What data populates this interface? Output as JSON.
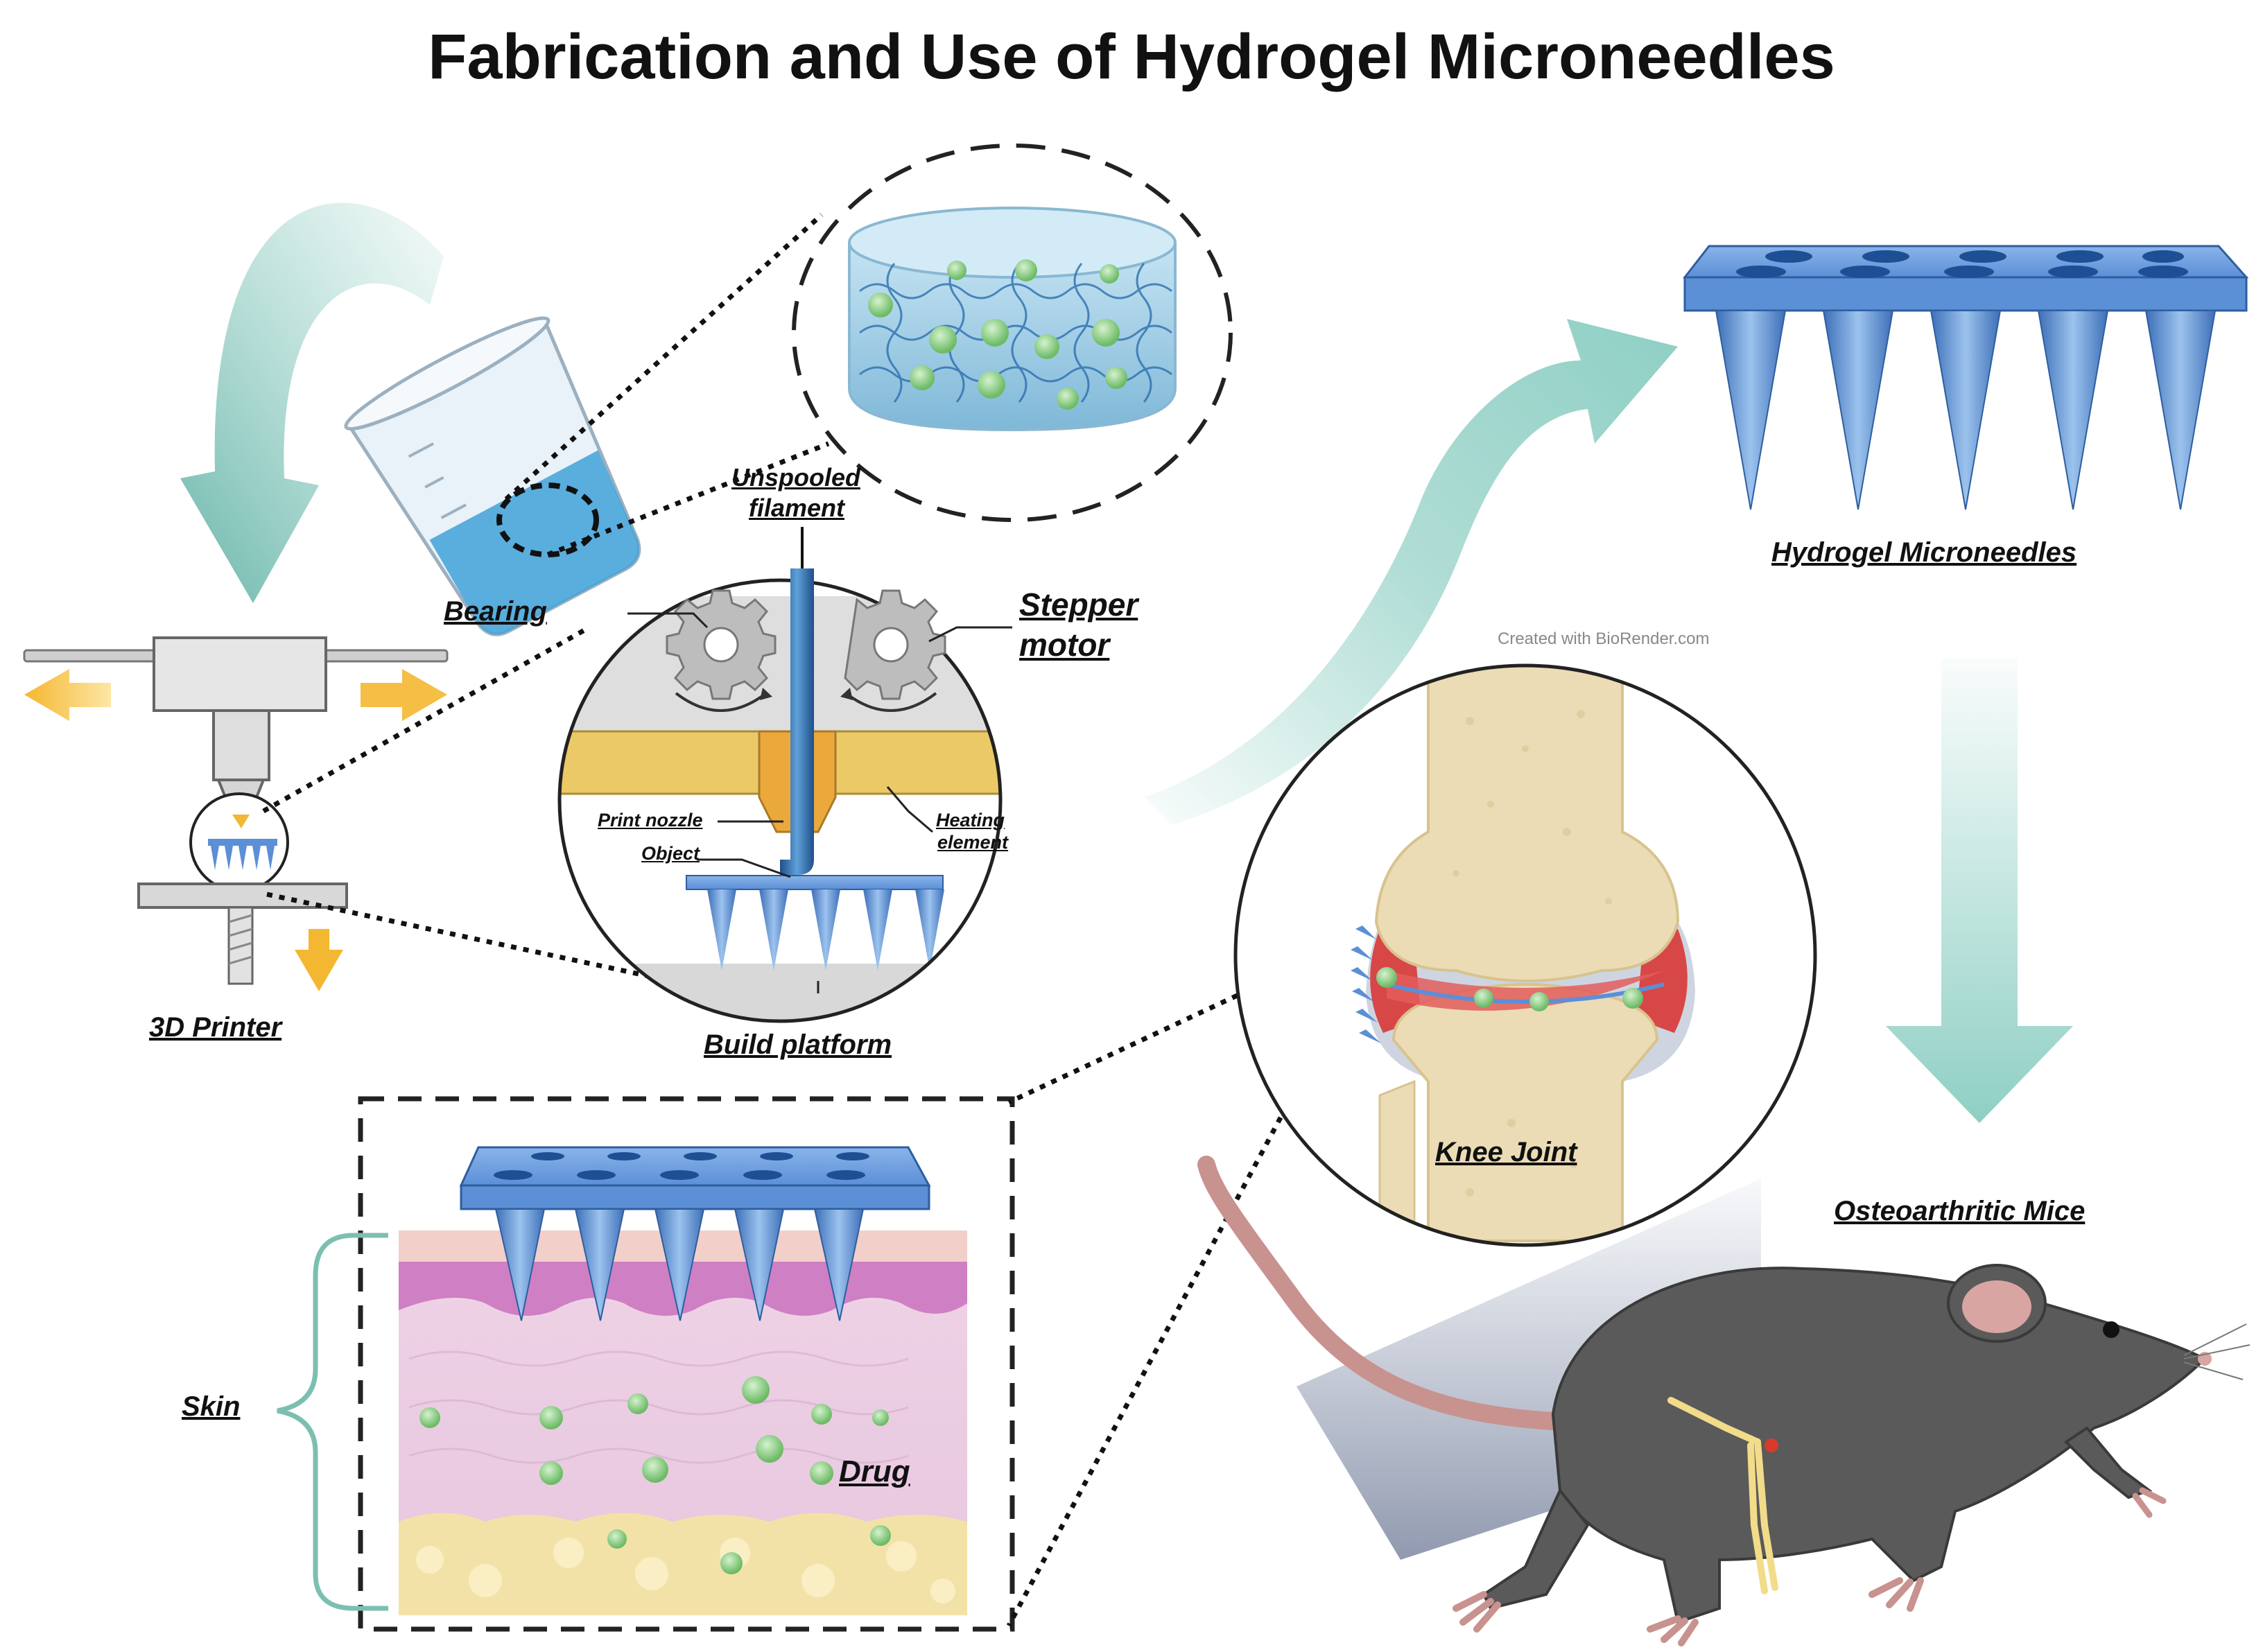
{
  "title": "Fabrication and Use of Hydrogel Microneedles",
  "credit": "Created with BioRender.com",
  "labels": {
    "printer": "3D Printer",
    "bearing": "Bearing",
    "unspooled_1": "Unspooled",
    "unspooled_2": "filament",
    "stepper_1": "Stepper",
    "stepper_2": "motor",
    "print_nozzle": "Print nozzle",
    "object": "Object",
    "heating_1": "Heating",
    "heating_2": "element",
    "build_platform": "Build platform",
    "microneedles": "Hydrogel Microneedles",
    "knee_joint": "Knee Joint",
    "mice": "Osteoarthritic Mice",
    "skin": "Skin",
    "drug": "Drug"
  },
  "colors": {
    "needle_blue": "#5b8fd6",
    "arrow_teal": "#8fcfc4",
    "arrow_yellow": "#f4b731",
    "heater_yellow": "#ecc967",
    "gel_blue": "#8cc7e6",
    "drug_green": "#8fcf8a",
    "skin_pink": "#efd3e6",
    "mouse_gray": "#5a5a5a"
  }
}
